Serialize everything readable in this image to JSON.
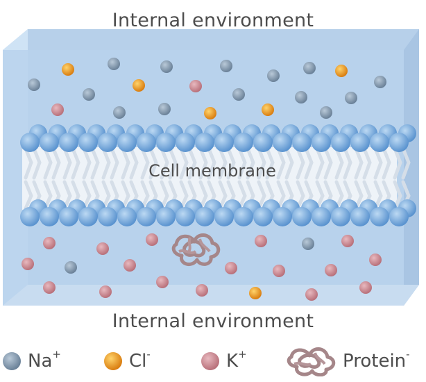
{
  "labels": {
    "top": "Internal environment",
    "membrane": "Cell membrane",
    "bottom": "Internal environment"
  },
  "legend": [
    {
      "name": "na",
      "base": "Na",
      "charge": "+"
    },
    {
      "name": "cl",
      "base": "Cl",
      "charge": "-"
    },
    {
      "name": "k",
      "base": "K",
      "charge": "+"
    },
    {
      "name": "protein",
      "base": "Protein",
      "charge": "-"
    }
  ],
  "colors": {
    "na": "#7d93a8",
    "cl": "#e8971e",
    "k": "#c7848d",
    "protein": "#a8888b",
    "box": "#b9d2ec",
    "head": "#6fa3d9"
  }
}
